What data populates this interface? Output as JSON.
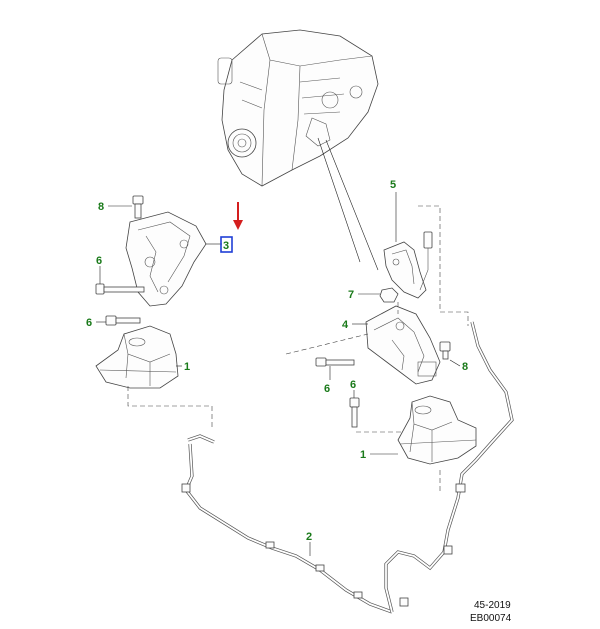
{
  "callouts": {
    "c8_left": "8",
    "c3": "3",
    "c6_upper_left": "6",
    "c6_lower_left": "6",
    "c1_left": "1",
    "c5": "5",
    "c7": "7",
    "c4": "4",
    "c8_right": "8",
    "c6_mid_right": "6",
    "c6_lower_right": "6",
    "c1_right": "1",
    "c2": "2"
  },
  "reference": {
    "line1": "45-2019",
    "line2": "EB00074"
  },
  "colors": {
    "callout_green": "#1a7a1a",
    "highlight_blue": "#1f3fd6",
    "arrow_red": "#d41e1e",
    "line_dark": "#333333"
  }
}
